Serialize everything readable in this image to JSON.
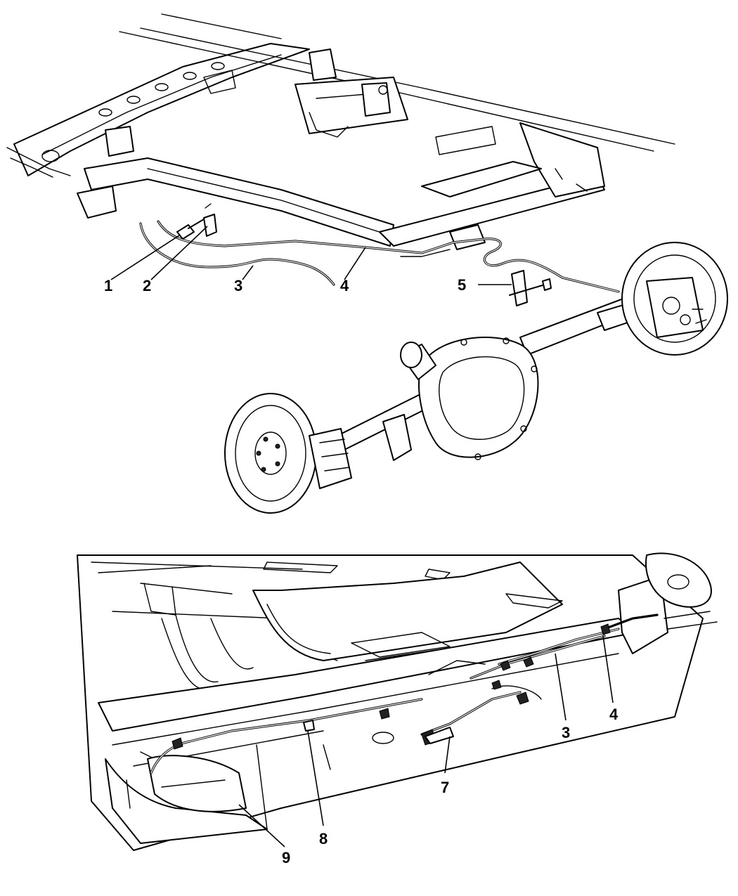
{
  "callouts": {
    "c1": "1",
    "c2": "2",
    "c3_top": "3",
    "c4_top": "4",
    "c5": "5",
    "c3_bottom": "3",
    "c4_bottom": "4",
    "c7": "7",
    "c8": "8",
    "c9": "9"
  }
}
